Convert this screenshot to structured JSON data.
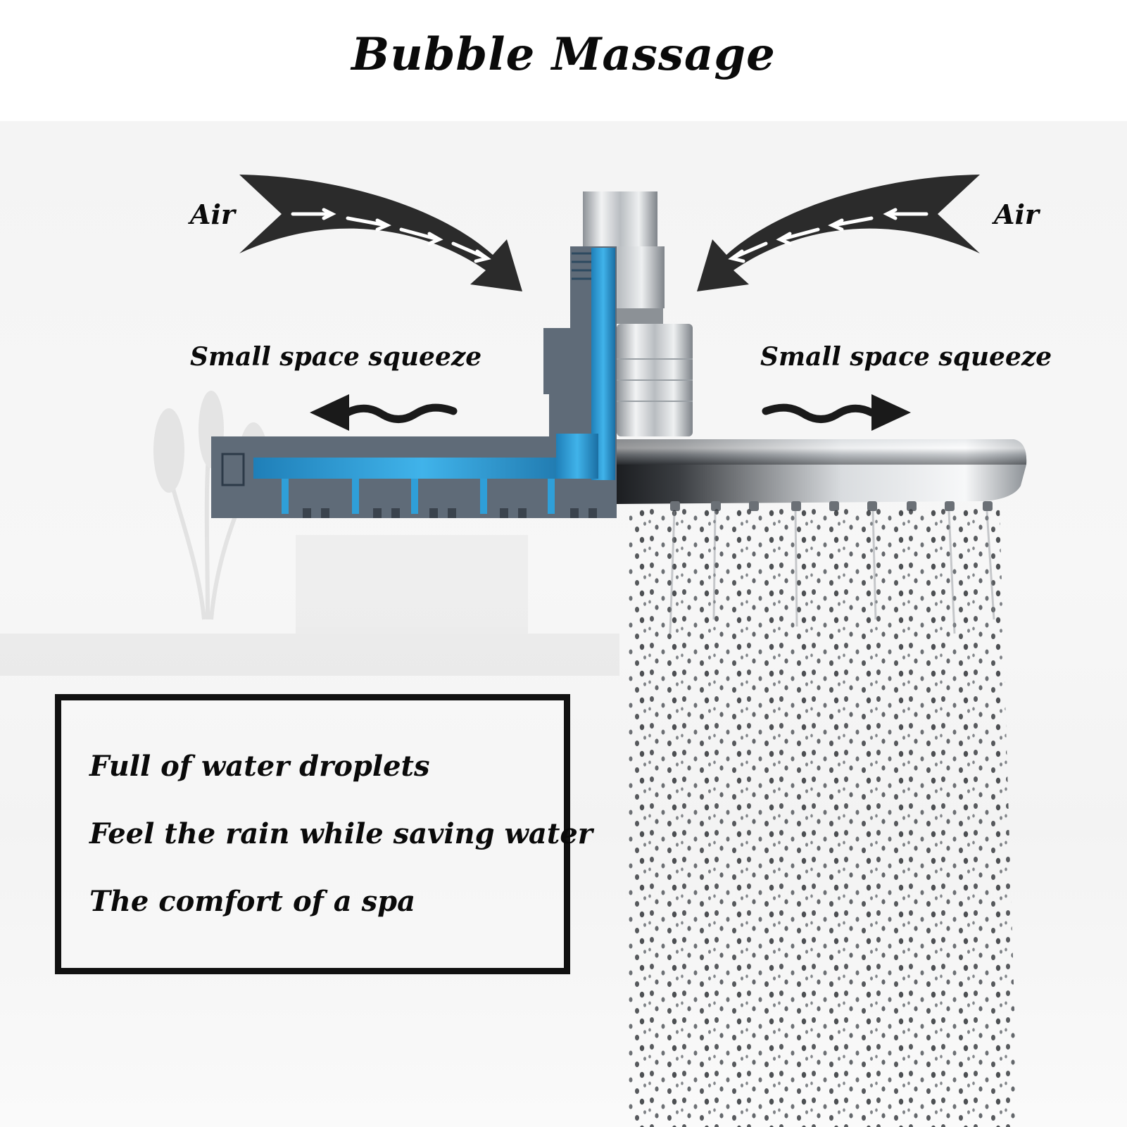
{
  "title": "Bubble Massage",
  "labels": {
    "air_left": "Air",
    "air_right": "Air",
    "squeeze_left": "Small space squeeze",
    "squeeze_right": "Small space squeeze"
  },
  "features": [
    "Full of water droplets",
    "Feel the rain while saving water",
    "The comfort of a spa"
  ],
  "colors": {
    "text": "#0a0a0a",
    "arrow": "#2b2b2b",
    "water_blue": "#2f9fd8",
    "cutaway_gray": "#5f6b78",
    "chrome": "#c9cdd1"
  }
}
